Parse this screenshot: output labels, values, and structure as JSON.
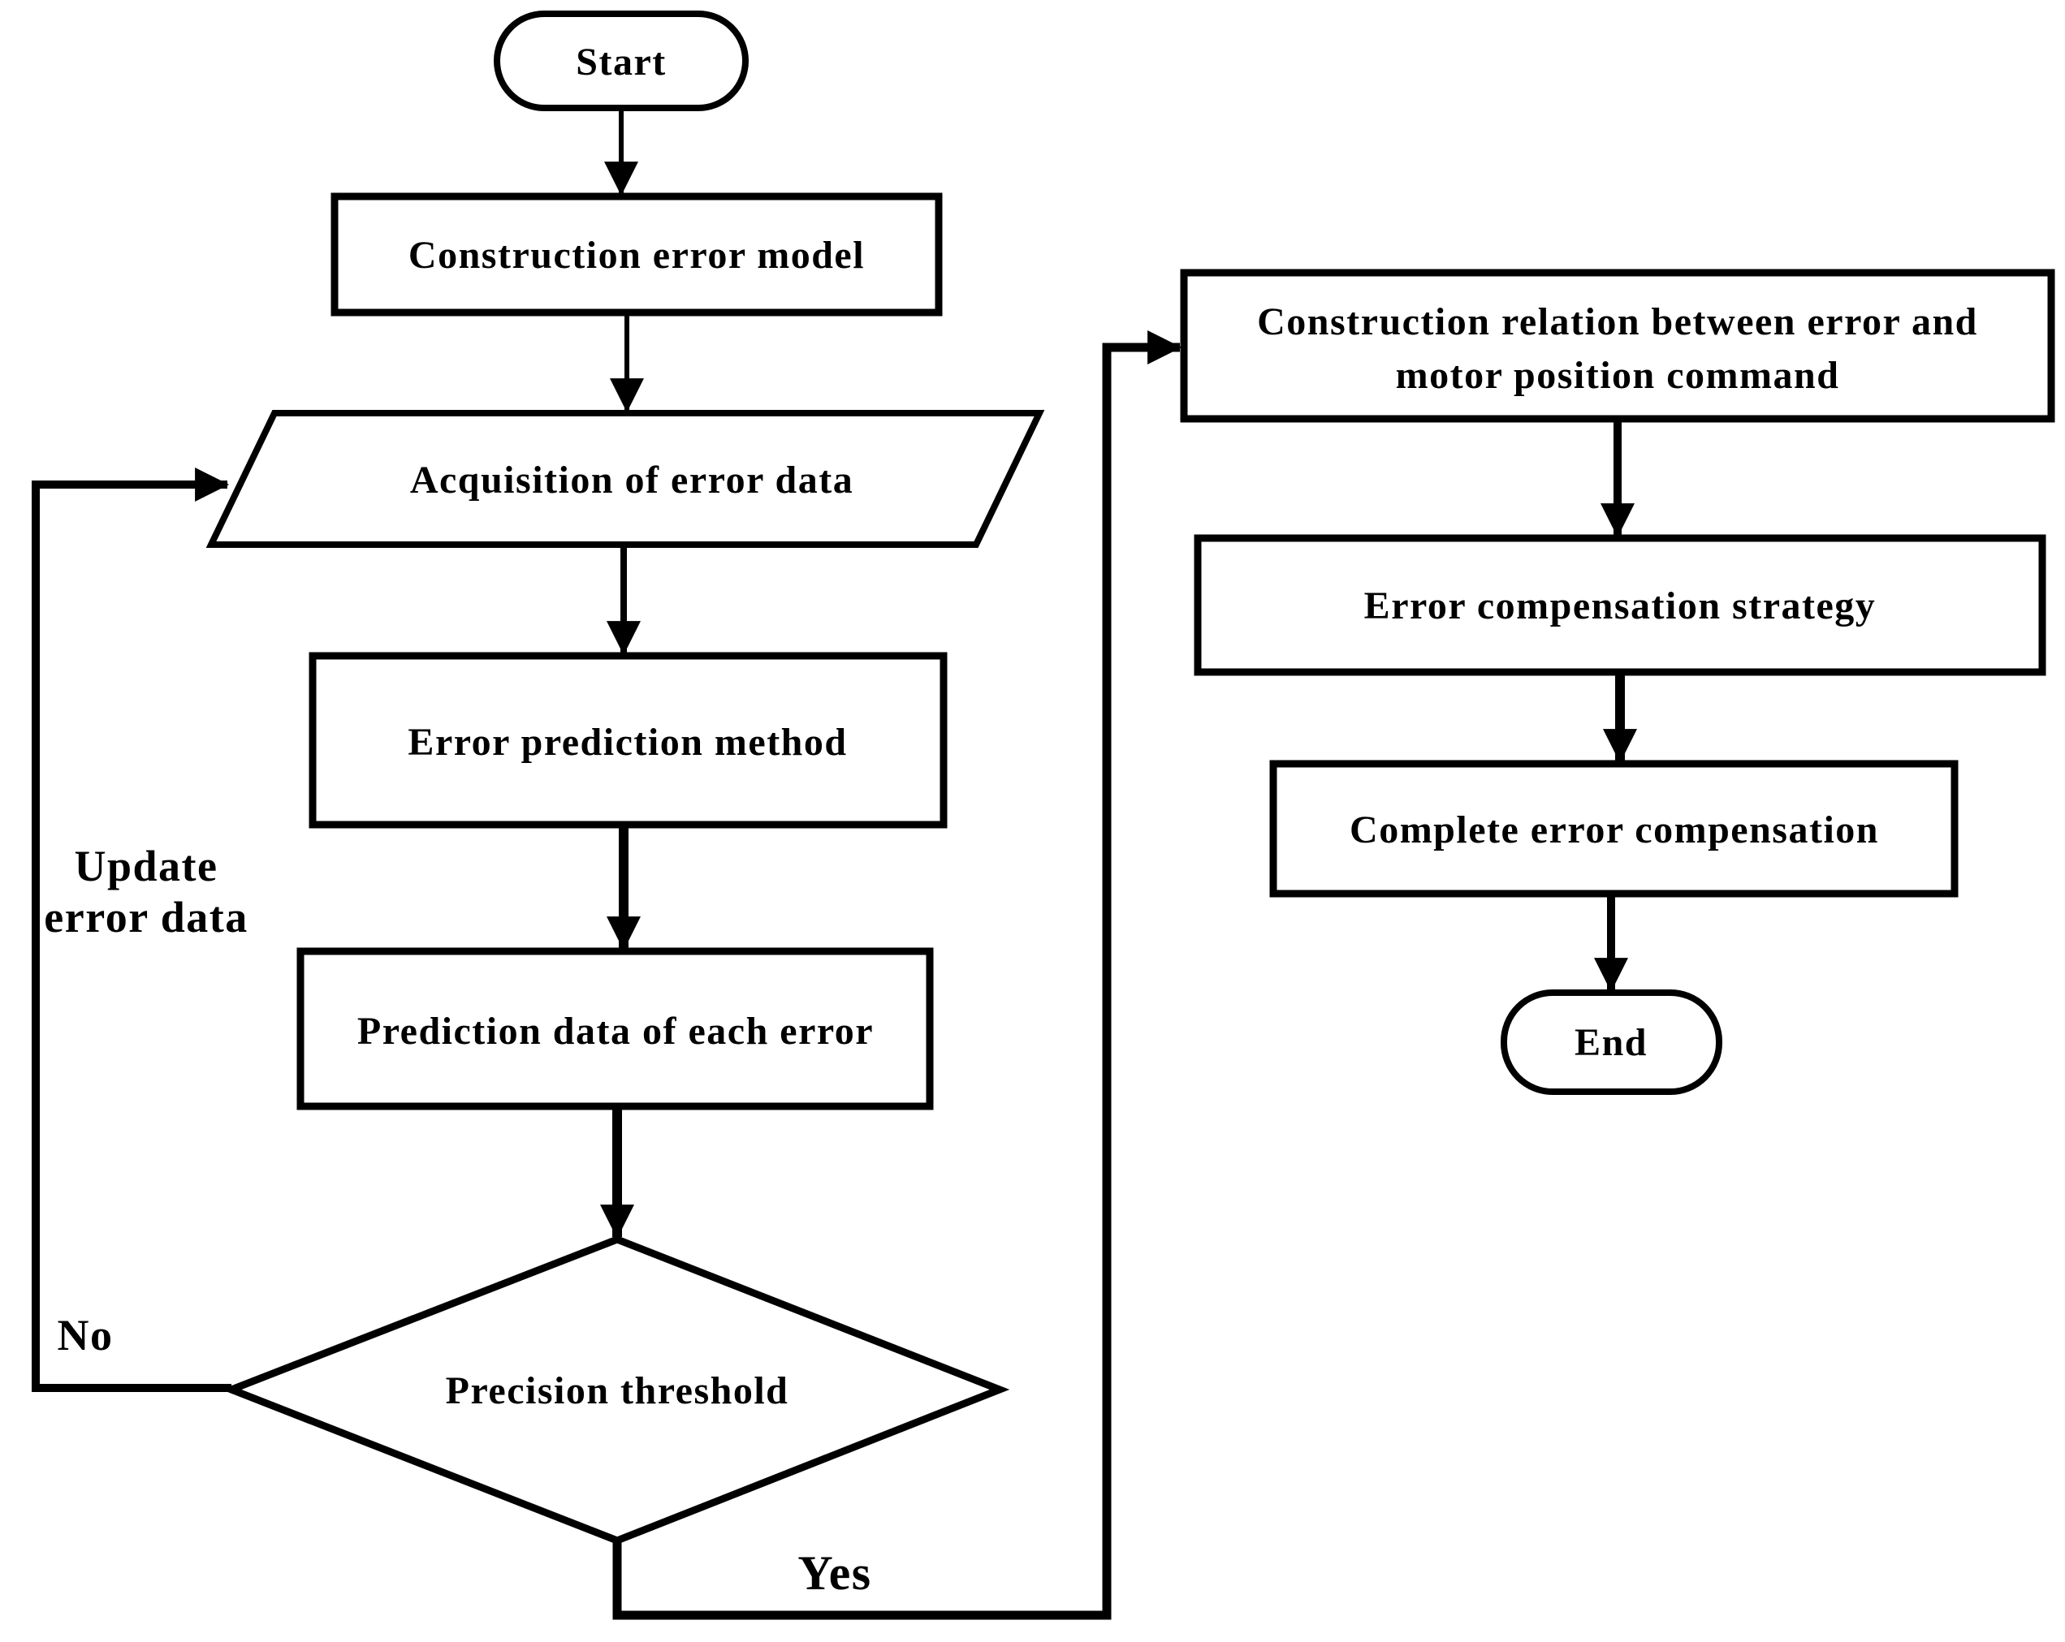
{
  "diagram": {
    "type": "flowchart",
    "description": "Error compensation process flowchart"
  },
  "nodes": {
    "start": "Start",
    "construction_error_model": "Construction error model",
    "acquisition_of_error_data": "Acquisition of error data",
    "error_prediction_method": "Error prediction method",
    "prediction_data_of_each_error": "Prediction data of each error",
    "precision_threshold": "Precision threshold",
    "construction_relation_line1": "Construction relation between error and",
    "construction_relation_line2": "motor position command",
    "error_compensation_strategy": "Error compensation strategy",
    "complete_error_compensation": "Complete error compensation",
    "end": "End"
  },
  "edge_labels": {
    "no": "No",
    "yes": "Yes",
    "update_line1": "Update",
    "update_line2": "error data"
  },
  "colors": {
    "line": "#000000",
    "background": "#ffffff",
    "text": "#000000"
  }
}
